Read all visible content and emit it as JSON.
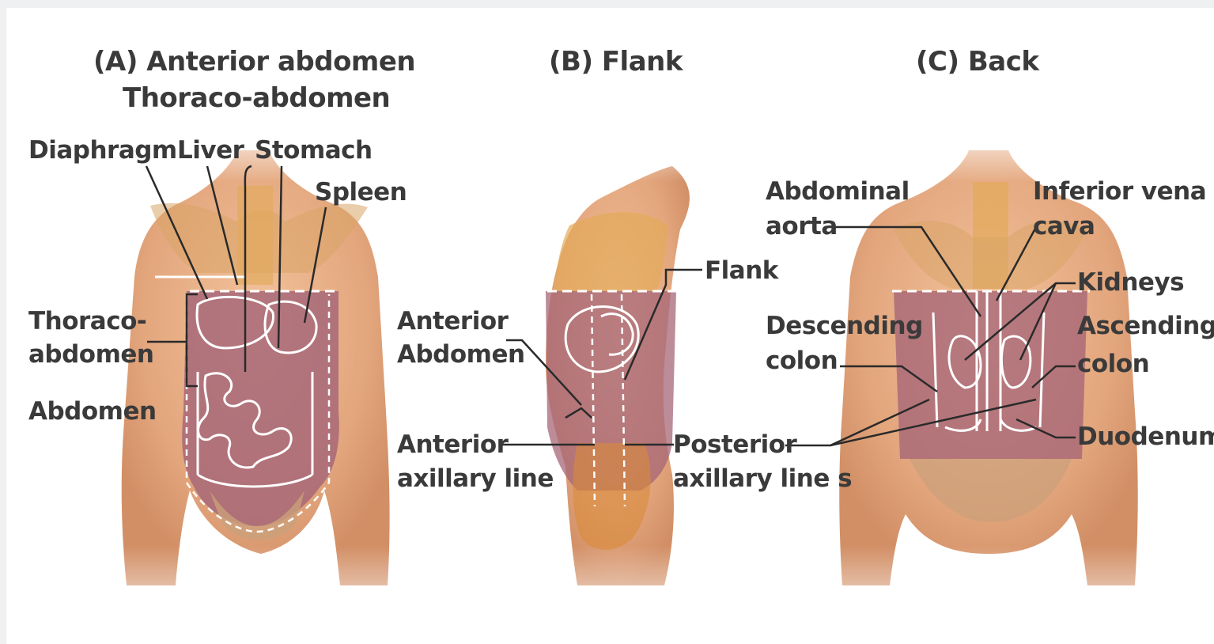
{
  "panels": {
    "a": {
      "title_line1": "(A) Anterior abdomen",
      "title_line2": "Thoraco-abdomen",
      "labels": {
        "diaphragm": "Diaphragm",
        "liver": "Liver",
        "stomach": "Stomach",
        "spleen": "Spleen",
        "thoraco_1": "Thoraco-",
        "thoraco_2": "abdomen",
        "abdomen": "Abdomen"
      }
    },
    "b": {
      "title": "(B) Flank",
      "labels": {
        "flank": "Flank",
        "anterior_abdomen_1": "Anterior",
        "anterior_abdomen_2": "Abdomen",
        "anterior_axillary_1": "Anterior",
        "anterior_axillary_2": "axillary line",
        "posterior_axillary_1": "Posterior",
        "posterior_axillary_2": "axillary line s"
      }
    },
    "c": {
      "title": "(C) Back",
      "labels": {
        "aorta_1": "Abdominal",
        "aorta_2": "aorta",
        "ivc_1": "Inferior vena",
        "ivc_2": "cava",
        "kidneys": "Kidneys",
        "descending_1": "Descending",
        "descending_2": "colon",
        "ascending_1": "Ascending",
        "ascending_2": "colon",
        "duodenum": "Duodenum"
      }
    }
  },
  "colors": {
    "skin": "#e9b68e",
    "skin_shadow": "#d99b72",
    "abdomen_tint": "#a56577",
    "bone": "#e2a95a",
    "label_text": "#3a3a3a",
    "leader": "#2a2a2a",
    "organ_outline": "#ffffff"
  }
}
